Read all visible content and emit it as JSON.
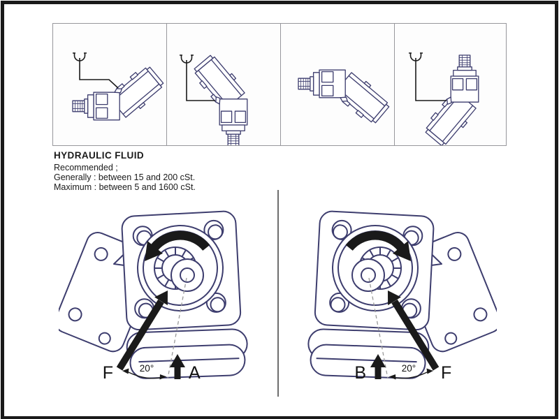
{
  "page": {
    "type_label": "bent-axis piston pump technical page",
    "background": "#ffffff",
    "border_color": "#1a1a1a"
  },
  "colors": {
    "line_art": "#3d3d6e",
    "arrow_black": "#1a1a1a",
    "panel_border": "#97979c",
    "divider_gray": "#6e6e6e",
    "dashed_axis_gray": "#999999"
  },
  "mounting_panels": {
    "items": [
      {
        "icon": "pump-side-view-shaft-left-bend-up-icon",
        "breather_icon": "air-breather-icon",
        "has_breather": true
      },
      {
        "icon": "pump-side-view-shaft-down-bend-upper-left-icon",
        "breather_icon": "air-breather-icon",
        "has_breather": true
      },
      {
        "icon": "pump-side-view-shaft-left-bend-down-icon",
        "breather_icon": "",
        "has_breather": false
      },
      {
        "icon": "pump-side-view-shaft-up-bend-lower-left-icon",
        "breather_icon": "air-breather-icon",
        "has_breather": true
      }
    ]
  },
  "fluid_section": {
    "title": "HYDRAULIC FLUID",
    "lines": [
      "Recommended ;",
      "Generally : between 15 and 200 cSt.",
      "Maximum : between 5 and 1600 cSt."
    ]
  },
  "rotation_diagrams": {
    "left": {
      "rotation_icon": "counter-clockwise-rotation-arrow-icon",
      "flow_label": "F",
      "angle_label": "20°",
      "direction_label": "A"
    },
    "right": {
      "rotation_icon": "clockwise-rotation-arrow-icon",
      "flow_label": "F",
      "angle_label": "20°",
      "direction_label": "B"
    }
  }
}
